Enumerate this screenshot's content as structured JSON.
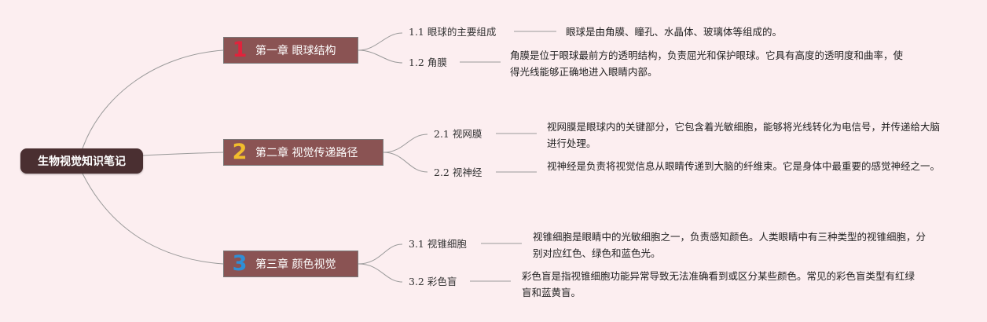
{
  "root": {
    "label": "生物视觉知识笔记"
  },
  "chapters": [
    {
      "num": "1",
      "num_color": "#e0233c",
      "title": "第一章 眼球结构",
      "subs": [
        {
          "label": "1.1 眼球的主要组成",
          "desc": "眼球是由角膜、瞳孔、水晶体、玻璃体等组成的。"
        },
        {
          "label": "1.2 角膜",
          "desc": "角膜是位于眼球最前方的透明结构，负责屈光和保护眼球。它具有高度的透明度和曲率，使得光线能够正确地进入眼睛内部。"
        }
      ]
    },
    {
      "num": "2",
      "num_color": "#f2bd2c",
      "title": "第二章 视觉传递路径",
      "subs": [
        {
          "label": "2.1 视网膜",
          "desc": "视网膜是眼球内的关键部分，它包含着光敏细胞，能够将光线转化为电信号，并传递给大脑进行处理。"
        },
        {
          "label": "2.2 视神经",
          "desc": "视神经是负责将视觉信息从眼睛传递到大脑的纤维束。它是身体中最重要的感觉神经之一。"
        }
      ]
    },
    {
      "num": "3",
      "num_color": "#2f8fd6",
      "title": "第三章 颜色视觉",
      "subs": [
        {
          "label": "3.1 视锥细胞",
          "desc": "视锥细胞是眼睛中的光敏细胞之一，负责感知颜色。人类眼睛中有三种类型的视锥细胞，分别对应红色、绿色和蓝色光。"
        },
        {
          "label": "3.2 彩色盲",
          "desc": "彩色盲是指视锥细胞功能异常导致无法准确看到或区分某些颜色。常见的彩色盲类型有红绿盲和蓝黄盲。"
        }
      ]
    }
  ]
}
